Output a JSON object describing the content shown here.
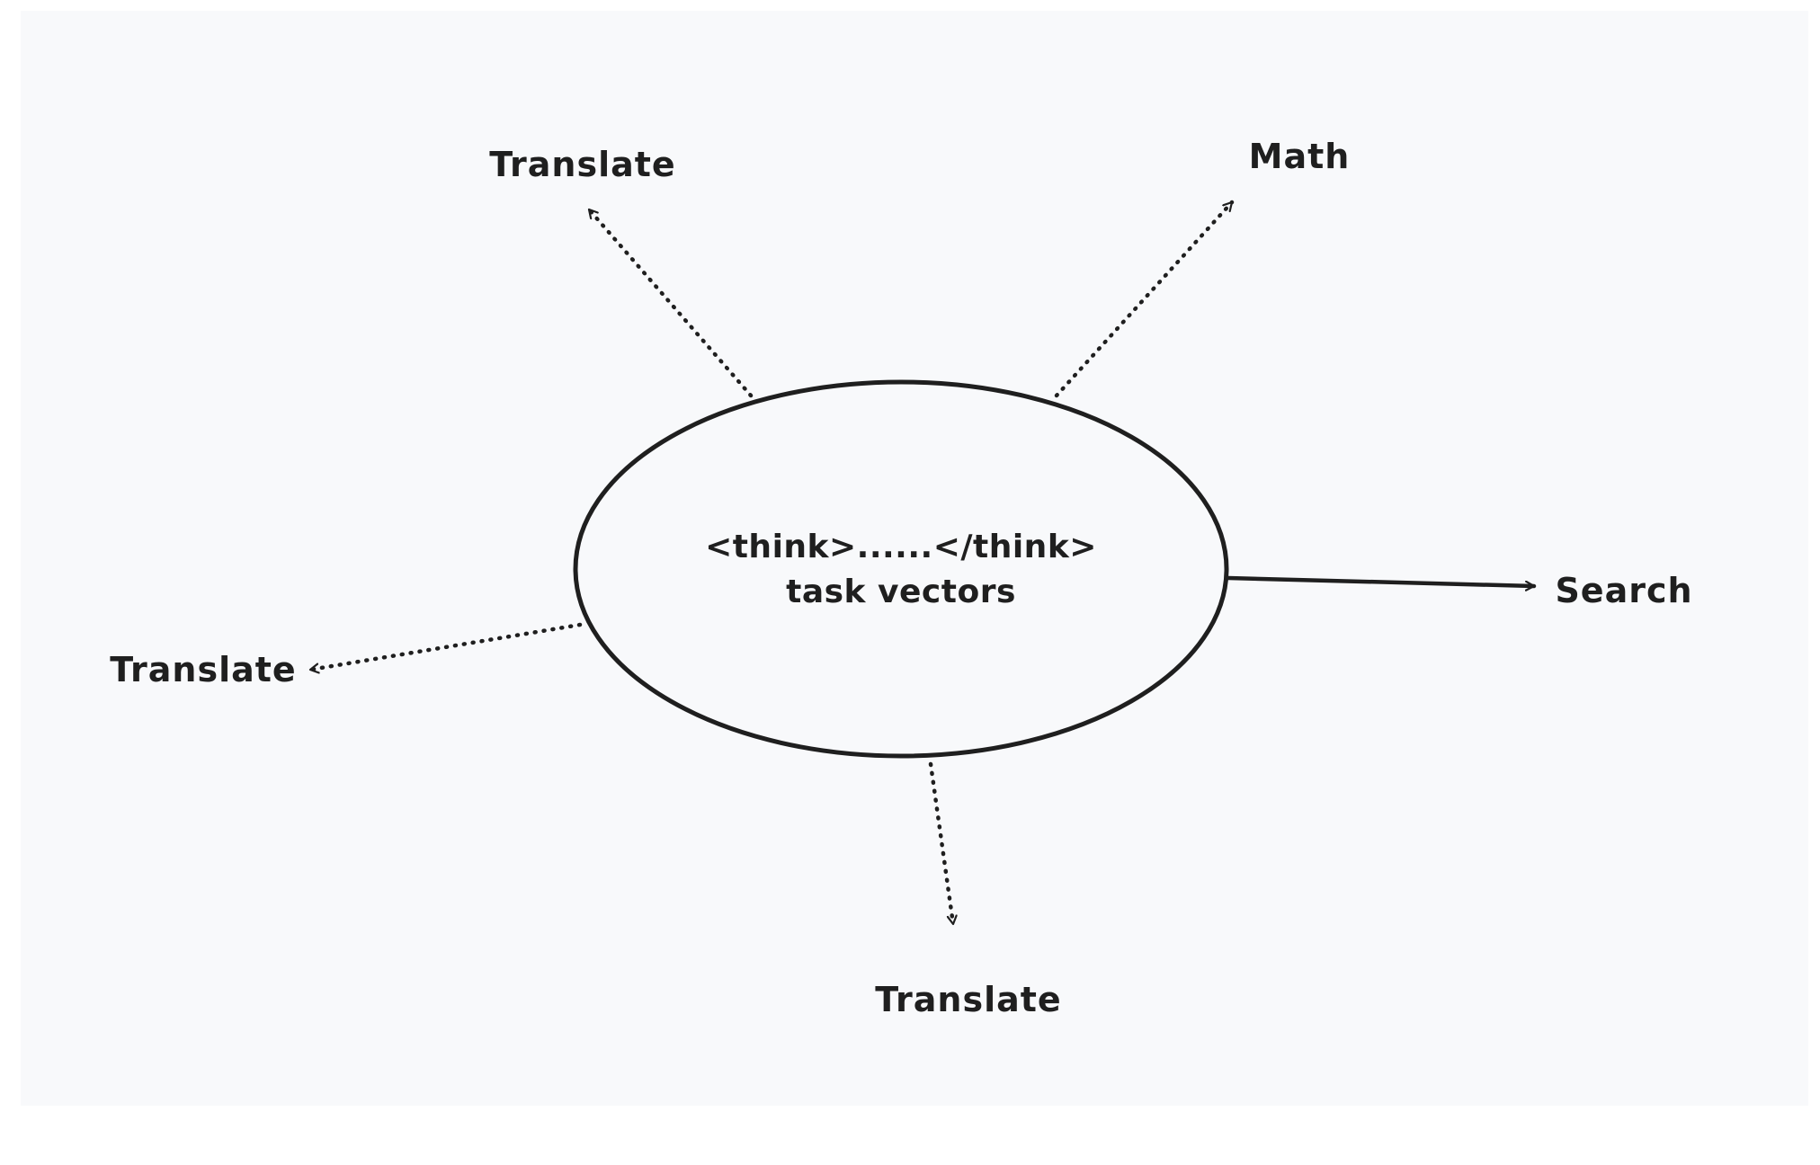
{
  "center": {
    "line1": "<think>......</think>",
    "line2": "task vectors"
  },
  "branches": {
    "top_left": "Translate",
    "top_right": "Math",
    "right": "Search",
    "left": "Translate",
    "bottom": "Translate"
  },
  "colors": {
    "background": "#f8f9fb",
    "ink": "#1f1f1f"
  }
}
